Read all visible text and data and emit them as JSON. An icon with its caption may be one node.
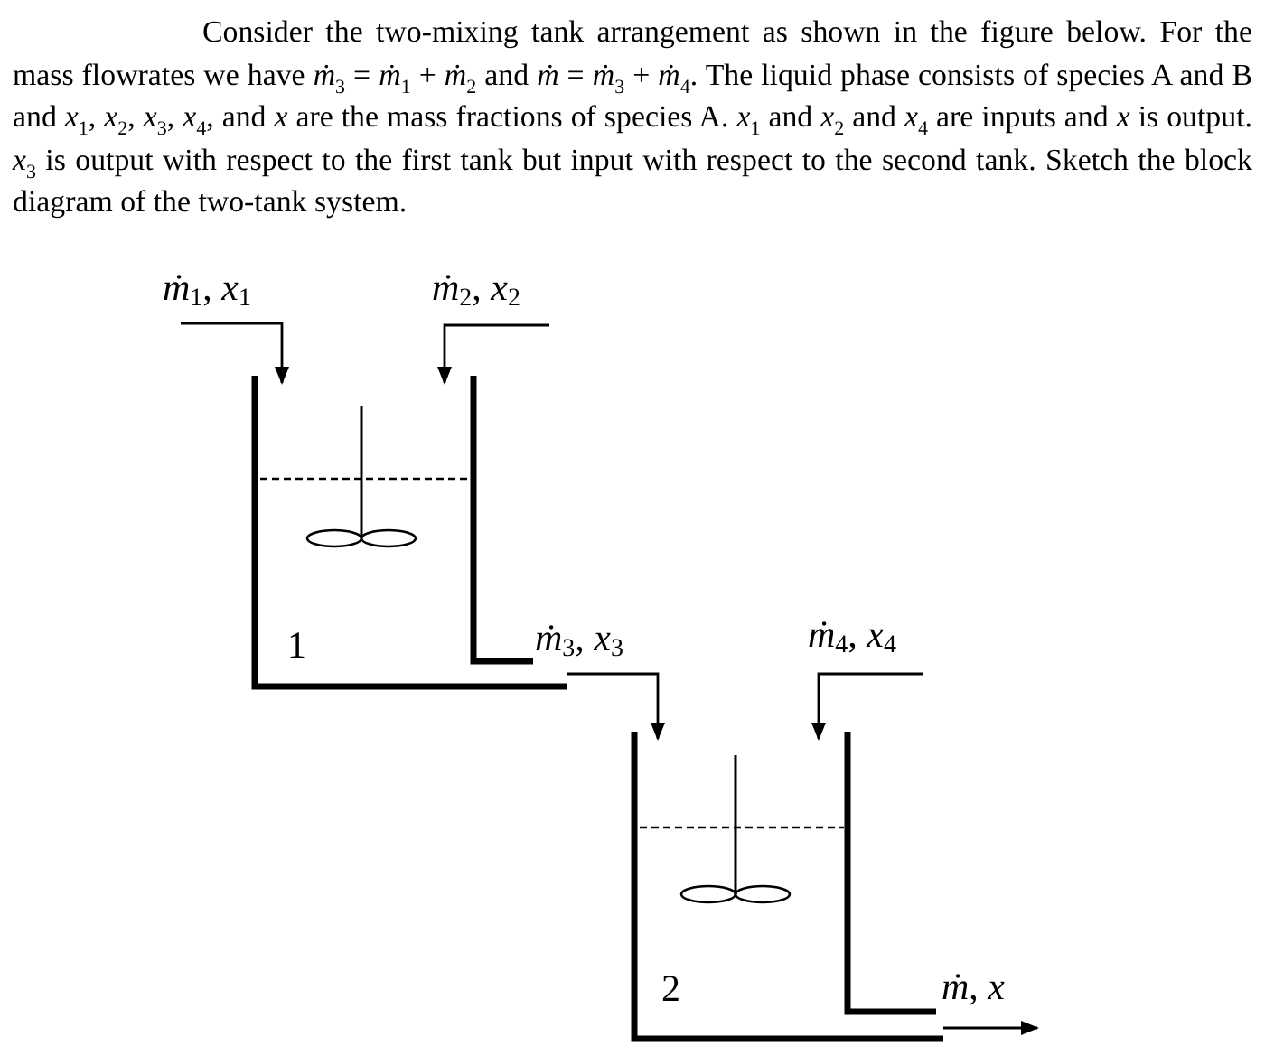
{
  "diagram": {
    "nodes": [
      {
        "text": [
          "1"
        ]
      },
      {
        "text": [
          "2"
        ]
      }
    ],
    "edges": [
      {
        "from": null,
        "to": 0,
        "arrow": "to",
        "label": "*ṁ*$_{1}$, *x*$_{1}$"
      },
      {
        "from": null,
        "to": 0,
        "arrow": "to",
        "label": "*ṁ*$_{2}$, *x*$_{2}$"
      },
      {
        "from": 0,
        "to": 1,
        "arrow": "to",
        "label": "*ṁ*$_{3}$, *x*$_{3}$"
      },
      {
        "from": null,
        "to": 1,
        "arrow": "to",
        "label": "*ṁ*$_{4}$, *x*$_{4}$"
      },
      {
        "from": 1,
        "to": null,
        "arrow": "to",
        "label": "*ṁ*, *x*"
      }
    ],
    "labels": [
      "Consider the two-mixing tank arrangement as shown in the figure below. For the mass flowrates we have *ṁ*$_{3}$ = *ṁ*$_{1}$ + *ṁ*$_{2}$ and *ṁ* = *ṁ*$_{3}$ + *ṁ*$_{4}$. The liquid phase consists of species A and B and *x*$_{1}$, *x*$_{2}$, *x*$_{3}$, *x*$_{4}$, and *x* are the mass fractions of species A. *x*$_{1}$ and *x*$_{2}$ and *x*$_{4}$ are inputs and *x* is output. *x*$_{3}$ is output with respect to the first tank but input with respect to the second tank. Sketch the block diagram of the two-tank system."
    ]
  }
}
